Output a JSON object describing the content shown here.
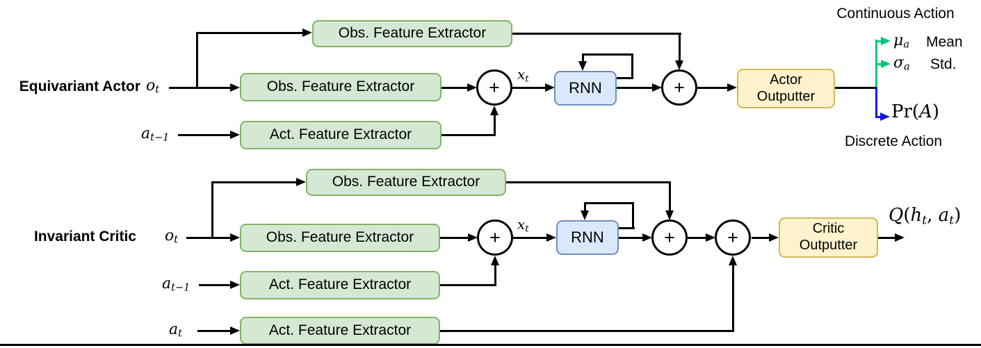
{
  "figure": {
    "type": "architecture-diagram",
    "bottom_rule": true
  },
  "shared": {
    "plus": "+",
    "obs_label": "Obs. Feature Extractor",
    "act_label": "Act. Feature Extractor",
    "rnn_label": "RNN",
    "x_t": [
      {
        "text": "x"
      },
      {
        "sub": "t"
      }
    ]
  },
  "actor": {
    "title": "Equivariant Actor",
    "o_t": [
      {
        "text": "o"
      },
      {
        "sub": "t"
      }
    ],
    "a_prev": [
      {
        "text": "a"
      },
      {
        "sub": "t−1"
      }
    ],
    "outputter_label": "Actor Outputter",
    "outputs": {
      "continuous_header": "Continuous Action",
      "mu": [
        {
          "text": "μ"
        },
        {
          "sub": "a"
        }
      ],
      "mu_desc": "Mean",
      "sigma": [
        {
          "text": "σ"
        },
        {
          "sub": "a"
        }
      ],
      "sigma_desc": "Std.",
      "discrete": [
        {
          "rm": "Pr("
        },
        {
          "cal": "A"
        },
        {
          "rm": ")"
        }
      ],
      "discrete_header": "Discrete Action"
    }
  },
  "critic": {
    "title": "Invariant Critic",
    "o_t": [
      {
        "text": "o"
      },
      {
        "sub": "t"
      }
    ],
    "a_prev": [
      {
        "text": "a"
      },
      {
        "sub": "t−1"
      }
    ],
    "a_t": [
      {
        "text": "a"
      },
      {
        "sub": "t"
      }
    ],
    "outputter_label": "Critic Outputter",
    "q_value": [
      {
        "text": "Q"
      },
      {
        "rm": "("
      },
      {
        "text": "h"
      },
      {
        "sub": "t"
      },
      {
        "rm": ", "
      },
      {
        "text": "a"
      },
      {
        "sub": "t"
      },
      {
        "rm": ")"
      }
    ]
  },
  "colors": {
    "feature_extractor_fill": "#d5e8d4",
    "feature_extractor_border": "#82b366",
    "rnn_fill": "#dae8fc",
    "rnn_border": "#6c8ebf",
    "outputter_fill": "#fff2cc",
    "outputter_border": "#d6b656",
    "continuous_arrow": "#00c878",
    "discrete_arrow": "#1414f0",
    "connector": "#000000"
  }
}
